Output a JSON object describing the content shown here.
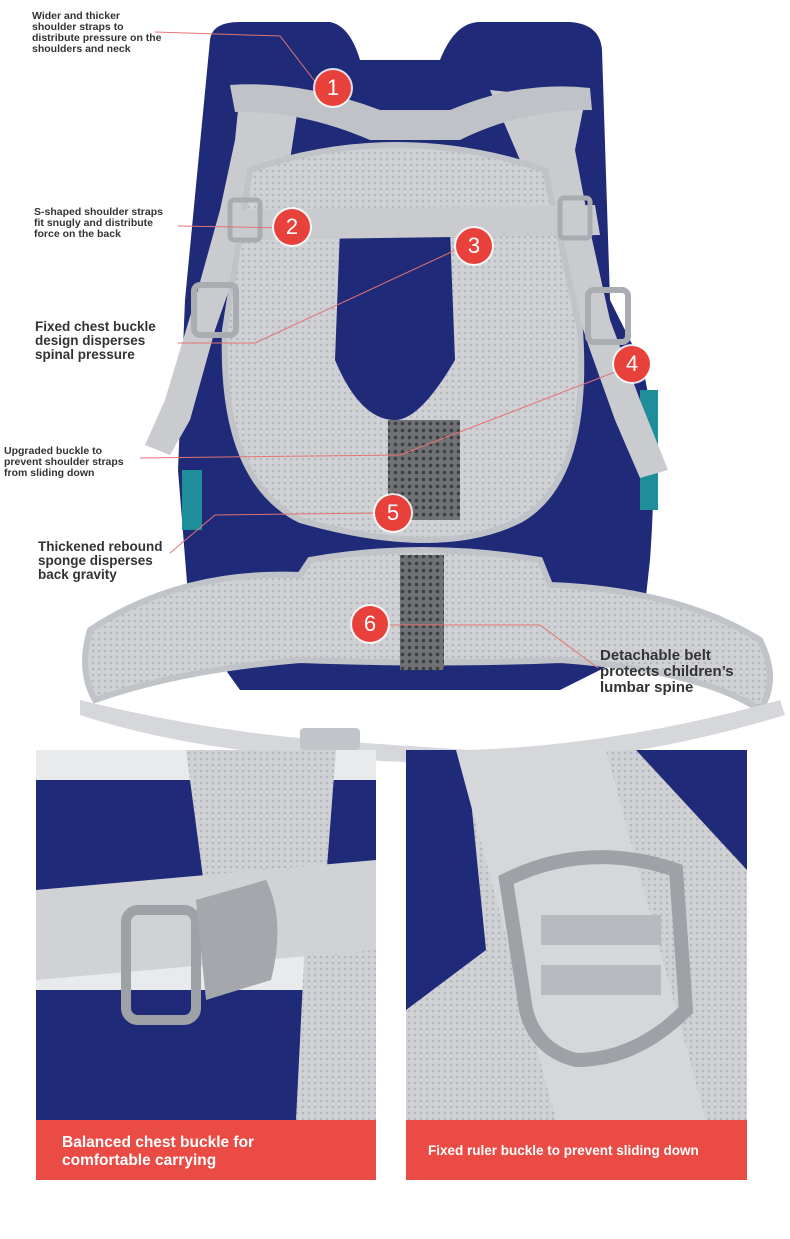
{
  "callouts": [
    {
      "num": "1",
      "text": "Wider and thicker shoulder straps to distribute pressure on the shoulders and neck"
    },
    {
      "num": "2",
      "text": "S-shaped shoulder straps fit snugly and distribute force on the back"
    },
    {
      "num": "3",
      "text": "Fixed chest buckle design disperses spinal pressure"
    },
    {
      "num": "4",
      "text": "Upgraded buckle to prevent shoulder straps from sliding down"
    },
    {
      "num": "5",
      "text": "Thickened rebound sponge disperses back gravity"
    },
    {
      "num": "6",
      "text": "Detachable belt protects children’s lumbar spine"
    }
  ],
  "panels": {
    "left_caption": "Balanced chest buckle for comfortable carrying",
    "right_caption": "Fixed ruler buckle to prevent sliding down"
  },
  "colors": {
    "accent_red": "#e8413c",
    "navy": "#1f2a78",
    "gray_pad": "#c9cbcf",
    "teal": "#1e8f9a"
  }
}
